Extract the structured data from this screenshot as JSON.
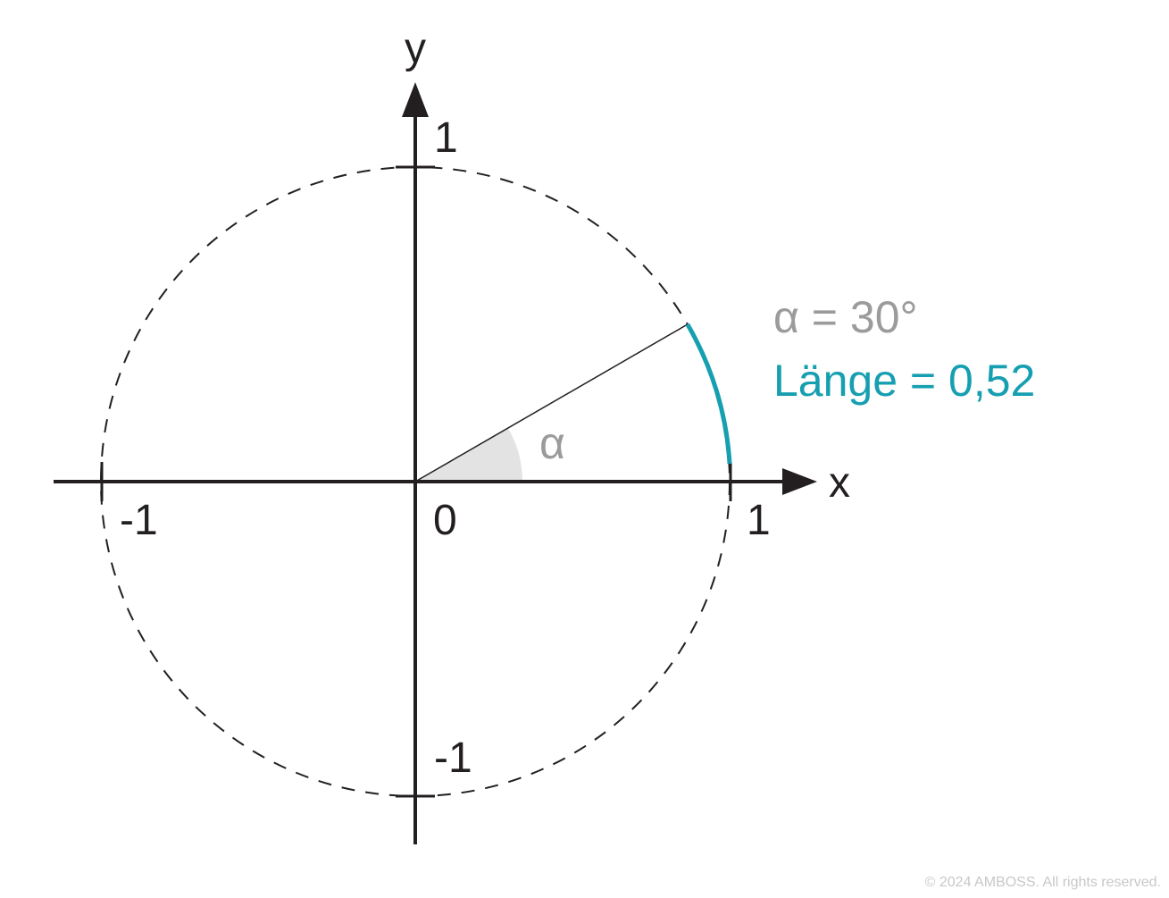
{
  "colors": {
    "accent": "#169fb0",
    "axis": "#231f20",
    "angle_fill": "#e3e3e3",
    "angle_text": "#9b9b9b"
  },
  "labels": {
    "x_axis": "x",
    "y_axis": "y",
    "origin": "0",
    "x_pos": "1",
    "x_neg": "-1",
    "y_pos": "1",
    "y_neg": "-1",
    "angle_symbol": "α"
  },
  "annotation": {
    "angle_text": "α = 30°",
    "length_text": "Länge = 0,52"
  },
  "angle_degrees": 30,
  "copyright": "© 2024 AMBOSS. All rights reserved."
}
